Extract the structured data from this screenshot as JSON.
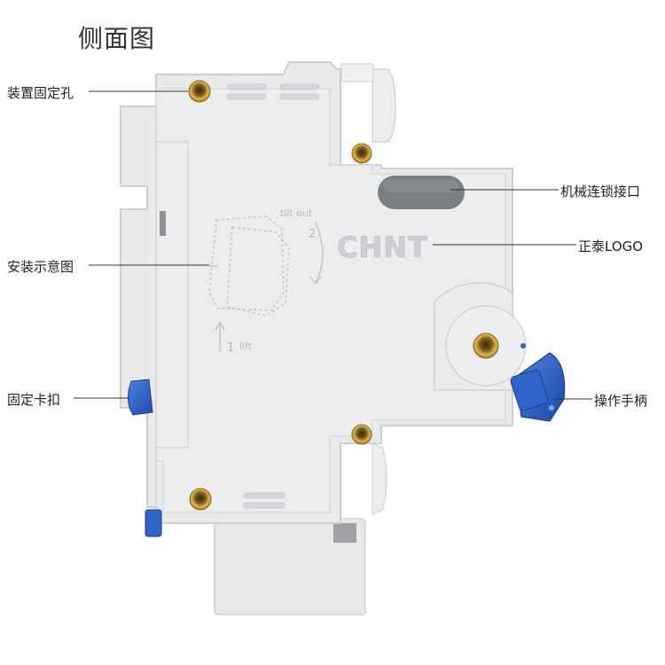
{
  "page": {
    "title": "侧面图"
  },
  "callouts": {
    "mount_hole": "装置固定孔",
    "install_diagram": "安装示意图",
    "clip": "固定卡扣",
    "interlock": "机械连锁接口",
    "logo": "正泰LOGO",
    "handle": "操作手柄"
  },
  "device": {
    "logo_text": "CHNT",
    "diagram_step_tilt": "tilt out",
    "diagram_step_tilt_num": "2",
    "diagram_step_lift_num": "1",
    "diagram_step_lift": "lift"
  },
  "colors": {
    "body": "#e9eaec",
    "body_shadow": "#d6d7da",
    "clip_blue": "#2f63c7",
    "window_gray": "#7b7f85",
    "brass": "#c99a2e",
    "text": "#222222",
    "logo": "#cfd0d3"
  }
}
